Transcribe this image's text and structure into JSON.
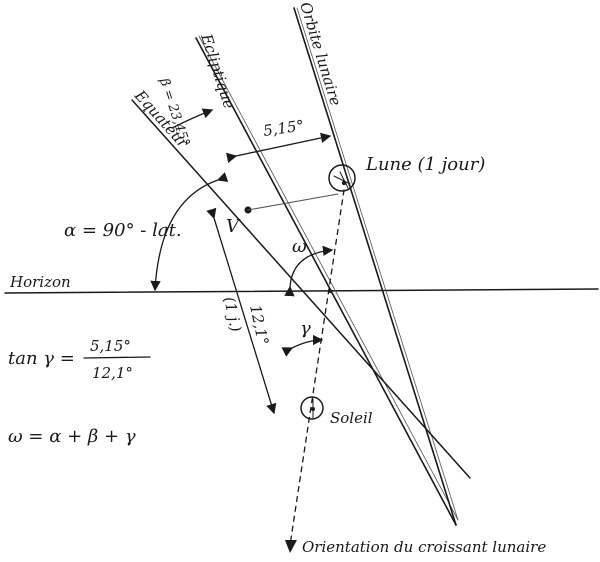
{
  "labels": {
    "ecliptic": "Ecliptique",
    "lunar_orbit": "Orbite lunaire",
    "equator": "Equateur",
    "horizon": "Horizon",
    "beta": "β = 23,45°",
    "alpha": "α = 90° - lat.",
    "separation": "5,15°",
    "moon": "Lune (1 jour)",
    "sun": "Soleil",
    "point_v": "V",
    "distance": "12,1°",
    "distance_note": "(1 j.)",
    "omega": "ω",
    "gamma": "γ",
    "crescent_orientation": "Orientation du croissant lunaire"
  },
  "formulas": {
    "tan_lhs": "tan γ =",
    "tan_numerator": "5,15°",
    "tan_denominator": "12,1°",
    "omega_sum": "ω = α + β + γ"
  },
  "colors": {
    "ink": "#1a1a1a",
    "paper": "#ffffff"
  }
}
